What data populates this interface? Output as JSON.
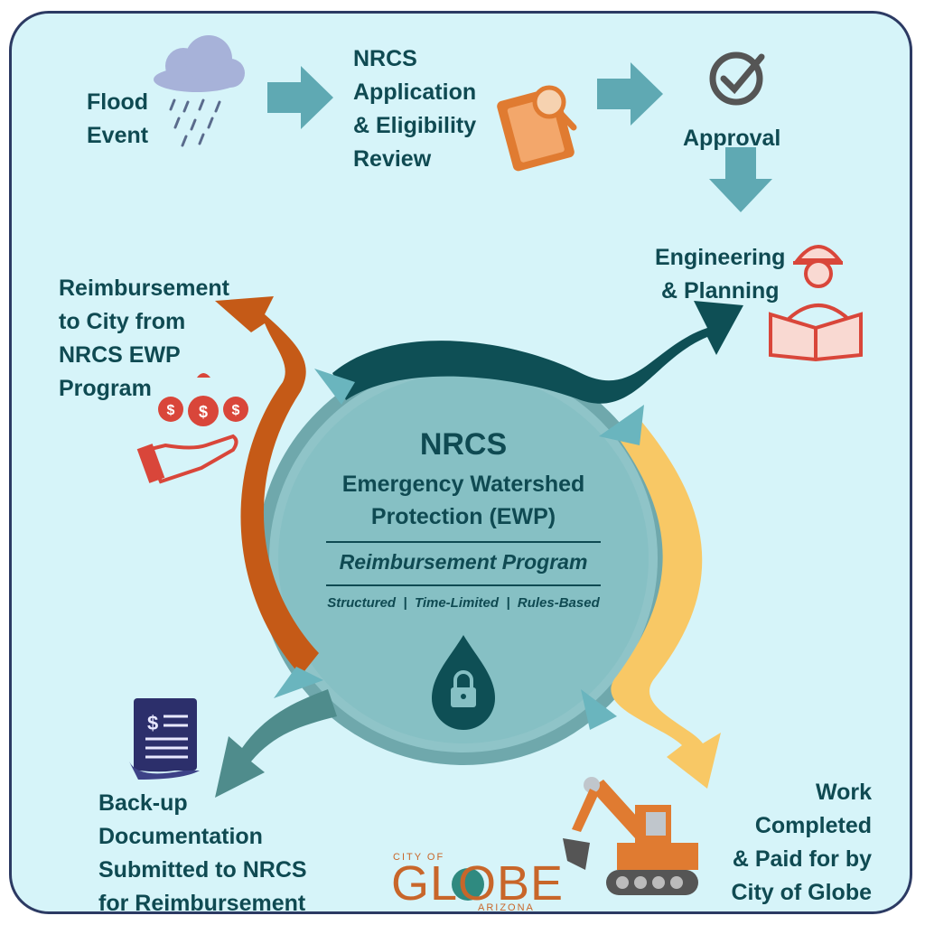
{
  "steps": {
    "flood": "Flood\nEvent",
    "application": "NRCS\nApplication\n& Eligibility\nReview",
    "approval": "Approval",
    "engineering": "Engineering\n& Planning",
    "work": "Work\nCompleted\n& Paid for by\nCity of Globe",
    "backup": "Back-up\nDocumentation\nSubmitted to NRCS\nfor Reimbursement",
    "reimbursement": "Reimbursement\nto City from\nNRCS EWP\nProgram"
  },
  "center": {
    "title": "NRCS",
    "subtitle": "Emergency Watershed\nProtection (EWP)",
    "program": "Reimbursement Program",
    "tags": "Structured  |  Time-Limited  |  Rules-Based"
  },
  "logo": {
    "top": "CITY OF",
    "main": "GLOBE",
    "bottom": "ARIZONA"
  },
  "colors": {
    "background": "#d6f4f9",
    "text": "#0f4a52",
    "arrow_teal": "#5fa9b3",
    "arrow_dark": "#0e4f55",
    "arrow_yellow": "#f8c865",
    "arrow_orange": "#c55a17",
    "arrow_gray_teal": "#4f8c8c",
    "icon_red": "#d9463a",
    "icon_orange": "#e07b31"
  },
  "icons": [
    "rain-cloud-icon",
    "clipboard-magnifier-icon",
    "check-circle-icon",
    "engineer-icon",
    "money-hand-icon",
    "document-dollar-icon",
    "excavator-icon",
    "lock-drop-icon"
  ]
}
